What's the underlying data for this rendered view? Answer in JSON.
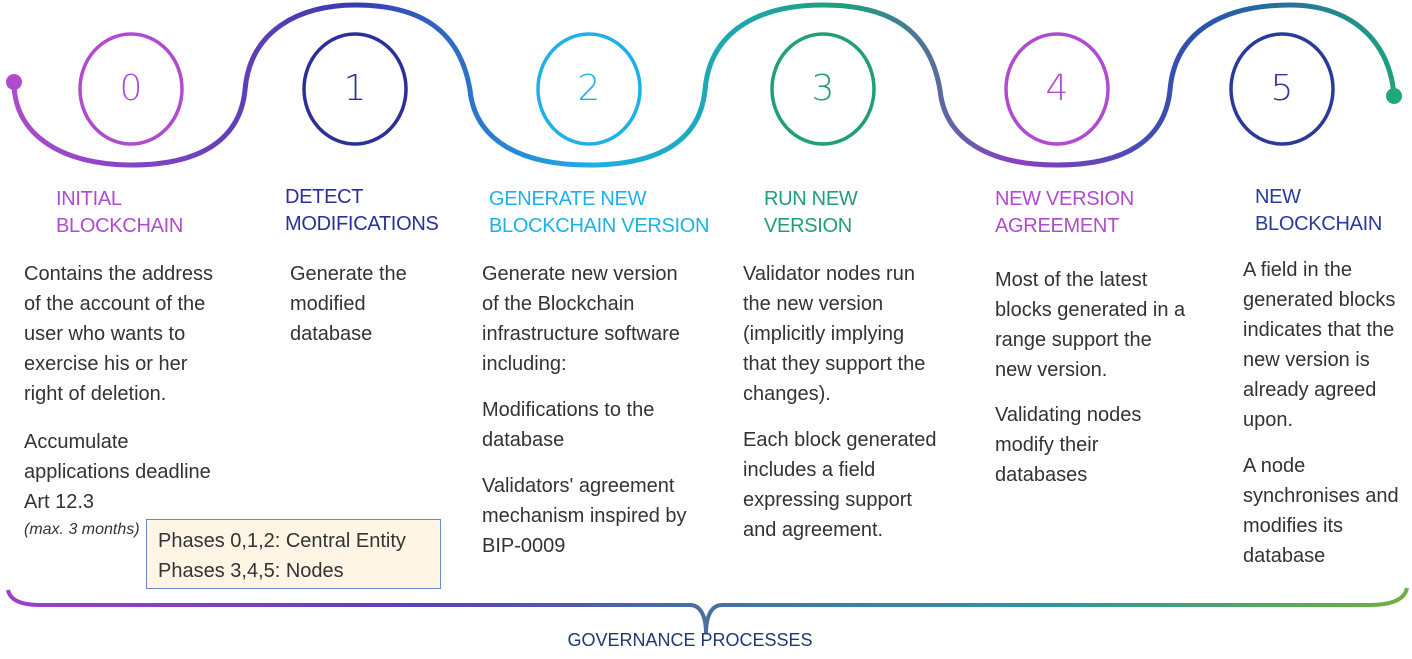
{
  "colors": {
    "purple": "#b04bd0",
    "navy": "#2a2f9a",
    "cyan": "#1eb0e8",
    "teal": "#1f9e7a"
  },
  "steps": [
    {
      "number": "0",
      "title": [
        "INITIAL",
        "BLOCKCHAIN"
      ],
      "paragraphs": [
        [
          "Contains the address",
          "of the account of the",
          "user who wants to",
          "exercise his or her",
          "right of deletion."
        ],
        [
          "Accumulate",
          "applications deadline",
          "Art 12.3"
        ],
        [
          "(max. 3 months)"
        ]
      ]
    },
    {
      "number": "1",
      "title": [
        "DETECT",
        "MODIFICATIONS"
      ],
      "paragraphs": [
        [
          "Generate the",
          "modified",
          "database"
        ]
      ]
    },
    {
      "number": "2",
      "title": [
        "GENERATE NEW",
        "BLOCKCHAIN VERSION"
      ],
      "paragraphs": [
        [
          "Generate new version",
          "of the Blockchain",
          "infrastructure software",
          "including:"
        ],
        [
          "Modifications to the",
          "database"
        ],
        [
          "Validators' agreement",
          "mechanism inspired by",
          "BIP-0009"
        ]
      ]
    },
    {
      "number": "3",
      "title": [
        "RUN NEW",
        "VERSION"
      ],
      "paragraphs": [
        [
          "Validator nodes run",
          "the new version",
          "(implicitly implying",
          "that they support the",
          "changes)."
        ],
        [
          "Each block generated",
          "includes a field",
          "expressing support",
          "and agreement."
        ]
      ]
    },
    {
      "number": "4",
      "title": [
        "NEW VERSION",
        "AGREEMENT"
      ],
      "paragraphs": [
        [
          "Most of the latest",
          "blocks generated in a",
          "range support the",
          "new version."
        ],
        [
          "Validating nodes",
          "modify their",
          "databases"
        ]
      ]
    },
    {
      "number": "5",
      "title": [
        "NEW",
        "BLOCKCHAIN"
      ],
      "paragraphs": [
        [
          "A field in the",
          "generated blocks",
          "indicates that the",
          "new version is",
          "already agreed",
          "upon."
        ],
        [
          "A node",
          "synchronises and",
          "modifies its",
          "database"
        ]
      ]
    }
  ],
  "note": {
    "line1": "Phases 0,1,2: Central Entity",
    "line2": "Phases 3,4,5: Nodes"
  },
  "footer": "GOVERNANCE PROCESSES"
}
